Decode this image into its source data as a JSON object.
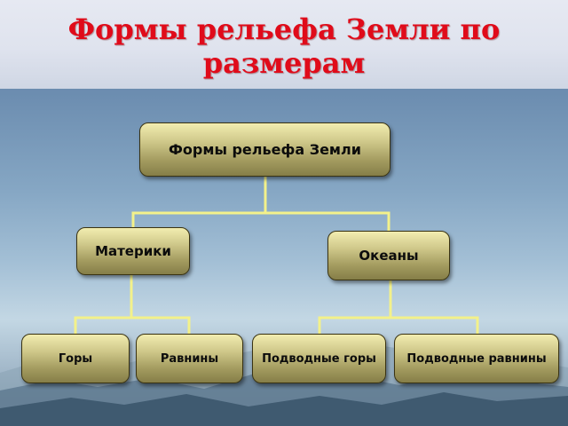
{
  "title": {
    "line1": "Формы рельефа Земли по",
    "line2": "размерам"
  },
  "diagram": {
    "root": "Формы рельефа Земли",
    "level2": [
      "Материки",
      "Океаны"
    ],
    "continents_children": [
      "Горы",
      "Равнины"
    ],
    "oceans_children": [
      "Подводные горы",
      "Подводные равнины"
    ]
  },
  "colors": {
    "title": "#e00b1a",
    "connector": "#f3f18a",
    "box_top": "#f2edb0",
    "box_bottom": "#857e48"
  }
}
